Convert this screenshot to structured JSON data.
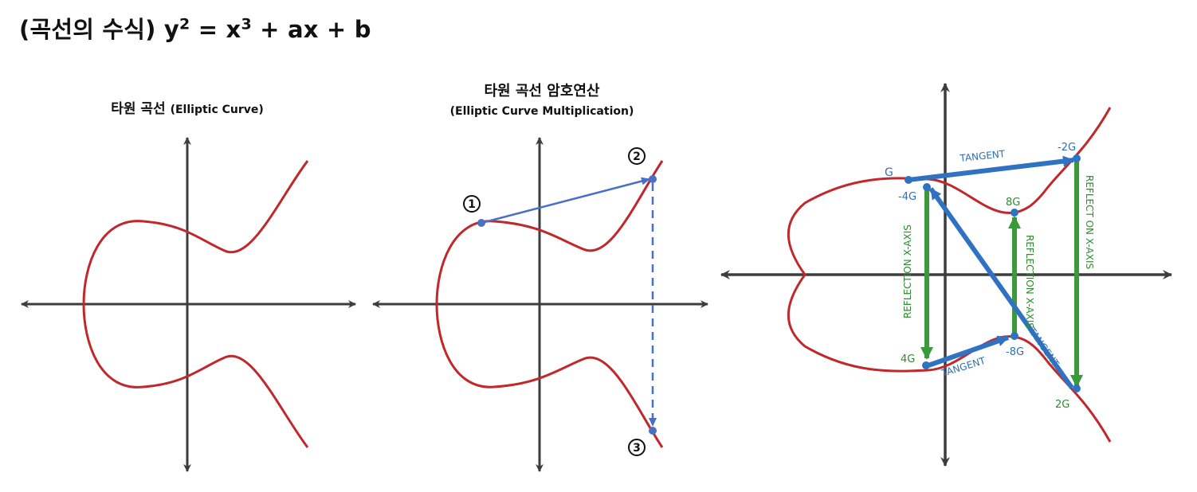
{
  "heading": {
    "prefix": "(곡선의 수식) y",
    "exp_y": "2",
    "eq": " = x",
    "exp_x": "3",
    "suffix": " + ax + b"
  },
  "panel1": {
    "title_ko": "타원 곡선",
    "title_en": "(Elliptic Curve)"
  },
  "panel2": {
    "title_ko": "타원 곡선 암호연산",
    "title_en": "(Elliptic Curve Multiplication)",
    "step1": "1",
    "step2": "2",
    "step3": "3"
  },
  "panel3": {
    "label_G": "G",
    "label_neg2G": "-2G",
    "label_neg4G": "-4G",
    "label_8G": "8G",
    "label_4G": "4G",
    "label_neg8G": "-8G",
    "label_2G": "2G",
    "tangent_top": "TANGENT",
    "tangent_bottom": "TANGENT",
    "tangent_diag": "TANGENT",
    "reflect_left": "REFLECTION X-AXIS",
    "reflect_mid": "REFLECTION X-AXIS",
    "reflect_right": "REFLECT ON X-AXIS"
  },
  "colors": {
    "curve": "#c0282b",
    "axis": "#3d3d3d",
    "arrow_light": "#4a6fc7",
    "arrow_dark": "#2f72c2",
    "reflect": "#3a9a3a",
    "label_blue": "#2f6fb7",
    "label_green": "#2e8b2e"
  }
}
